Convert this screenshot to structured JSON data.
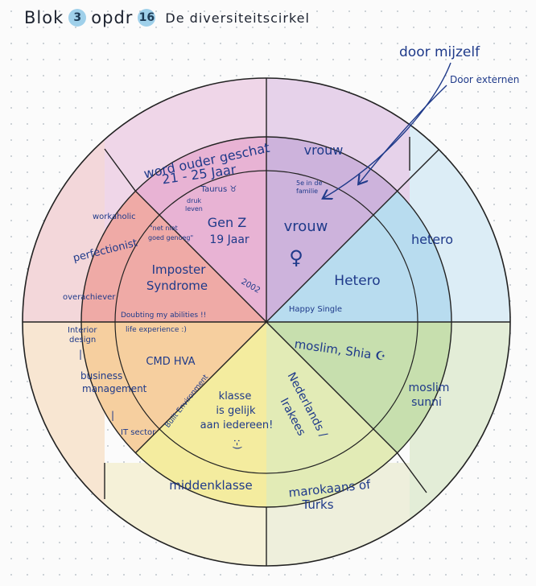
{
  "title": {
    "blok_word": "Blok",
    "blok_number": "3",
    "opdr_word": "opdr",
    "opdr_number": "16",
    "subject": "De diversiteitscirkel"
  },
  "legend": {
    "self": "door mijzelf",
    "external": "Door externen"
  },
  "segments": {
    "top_left": {
      "outer": [
        "word ouder geschat",
        "21 - 25 Jaar"
      ],
      "taurus": "Taurus ♉",
      "inner": [
        "Gen Z",
        "19 Jaar"
      ],
      "note": [
        "druk",
        "leven"
      ],
      "year": "2002"
    },
    "top_right": {
      "outer": "vrouw",
      "note": [
        "5e in de",
        "familie"
      ],
      "inner": "vrouw",
      "symbol": "♀"
    },
    "right_upper": {
      "outer": "hetero",
      "inner": "Hetero",
      "note": "Happy Single"
    },
    "right_lower": {
      "outer": [
        "moslim",
        "sunni"
      ],
      "inner": "moslim, Shia ☪"
    },
    "bottom_right": {
      "outer": [
        "marokaans of",
        "Turks"
      ],
      "inner": [
        "Nederlands /",
        "Irakees"
      ]
    },
    "bottom_left": {
      "outer": "middenklasse",
      "inner": [
        "klasse",
        "is gelijk",
        "aan iedereen!",
        ":-)"
      ]
    },
    "left_lower": {
      "outer": [
        "Interior",
        "design",
        "|",
        "business",
        "management",
        "|",
        "IT sector"
      ],
      "inner": "CMD HVA",
      "notes": [
        "life experience :)",
        "Built Environment"
      ]
    },
    "left_upper": {
      "outer": [
        "workaholic",
        "perfectionist",
        "overachiever"
      ],
      "quote": [
        "\"net niet",
        "goed genoeg\""
      ],
      "inner": [
        "Imposter",
        "Syndrome"
      ],
      "note": "Doubting my abilities !!"
    }
  }
}
